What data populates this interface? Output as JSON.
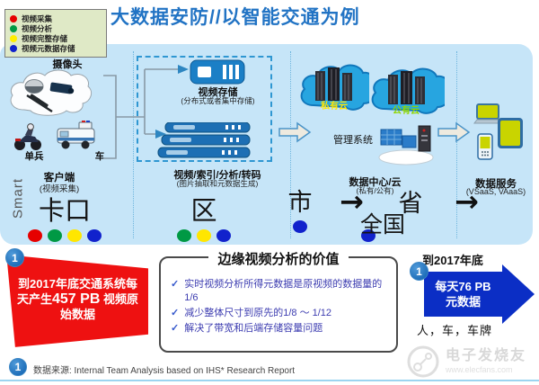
{
  "title": "大数据安防//以智能交通为例",
  "legend": {
    "items": [
      {
        "label": "视频采集",
        "color": "#e60000"
      },
      {
        "label": "视频分析",
        "color": "#009944"
      },
      {
        "label": "视频完整存储",
        "color": "#ffee00"
      },
      {
        "label": "视频元数据存储",
        "color": "#1122cc"
      }
    ]
  },
  "colors": {
    "dot_red": "#e60000",
    "dot_green": "#009944",
    "dot_yellow": "#ffe600",
    "dot_blue": "#1122cc",
    "red_banner": "#ee1111",
    "blue_arrow": "#0b2ec5",
    "panel_bg": "#c6e5f8",
    "title_blue": "#2173c4"
  },
  "diagram": {
    "smart_label": "Smart",
    "client": {
      "camera_label": "摄像头",
      "soldier_label": "单兵",
      "vehicle_label": "车",
      "title": "客户端",
      "subtitle": "(视频采集)"
    },
    "edge_box": {
      "storage_title": "视频存储",
      "storage_subtitle": "(分布式或者集中存储)",
      "process_title": "视频/索引/分析/转码",
      "process_subtitle": "(图片抽取和元数据生成)"
    },
    "datacenter": {
      "private_cloud": "私有云",
      "public_cloud": "公有云",
      "mgmt_label": "管理系统",
      "title": "数据中心/云",
      "subtitle": "(私有/公有)"
    },
    "services": {
      "title": "数据服务",
      "subtitle": "(VSaaS, VAaaS)"
    },
    "tiers": [
      {
        "label": "卡口",
        "dots": [
          "dot_red",
          "dot_green",
          "dot_yellow",
          "dot_blue"
        ]
      },
      {
        "label": "区",
        "dots": [
          "dot_green",
          "dot_yellow",
          "dot_blue"
        ]
      },
      {
        "label": "市",
        "dots": [
          "dot_blue"
        ]
      },
      {
        "label": "全国",
        "dots": [
          "dot_blue"
        ]
      },
      {
        "label": "省",
        "dots": [
          "dot_blue"
        ]
      }
    ],
    "arrow_char": "→"
  },
  "bottom": {
    "red_banner": {
      "badge": "1",
      "text_before": "到2017年底交通系统每天产生",
      "big_number": "457 PB",
      "text_after": " 视频原始数据"
    },
    "value_box": {
      "title": "边缘视频分析的价值",
      "check": "✓",
      "bullets": [
        "实时视频分析所得元数据是原视频的数据量的1/6",
        "减少整体尺寸到原先的1/8 ～ 1/12",
        "解决了带宽和后端存储容量问题"
      ]
    },
    "blue_arrow": {
      "badge": "1",
      "top_label": "到2017年底",
      "big_number": "每天76 PB",
      "line2": "元数据",
      "bottom_label": "人，车，车牌"
    }
  },
  "footer": {
    "badge": "1",
    "source": "数据来源: Internal Team Analysis based on IHS* Research Report"
  },
  "watermark": {
    "brand": "电子发烧友",
    "url": "www.elecfans.com"
  }
}
